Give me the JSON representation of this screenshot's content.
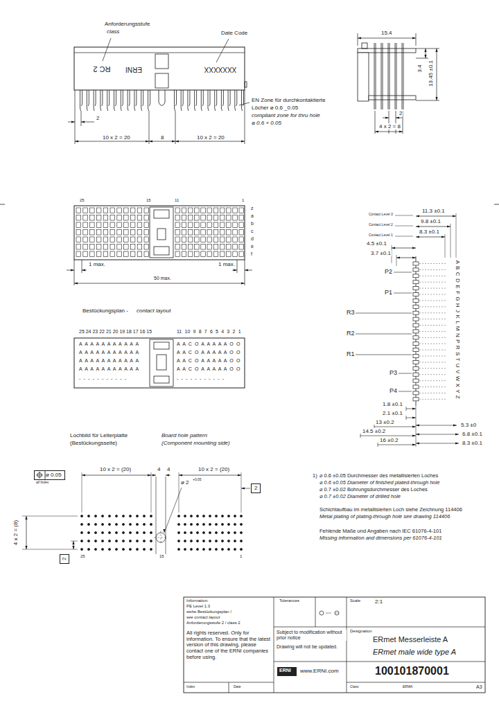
{
  "diagram": {
    "nodes": [
      {
        "text": [
          "⌀ 0.05"
        ]
      },
      {
        "text": [
          "2"
        ]
      },
      {
        "text": [
          "2"
        ]
      }
    ],
    "labels": [
      "Anforderungsstufe",
      "class",
      "Date Code",
      "RC 2",
      "ERNI",
      "XXXXXXX",
      "EN Zone für durchkontaktierte",
      "Löcher ⌀ 0.6 _0.05",
      "compliant zone for thru hole",
      "⌀ 0.6 + 0.05",
      "2",
      "10 x 2 = 20",
      "8",
      "10 x 2 = 20",
      "15.4",
      "3.4",
      "13.45 ±0.1",
      "2",
      "4 x 2 = 8",
      "25",
      "15",
      "11",
      "1",
      "z",
      "a",
      "b",
      "c",
      "d",
      "e",
      "f",
      "1 max.",
      "1 max.",
      "50 max.",
      "Bestückungsplan -",
      "contact layout",
      "25 24 23 22 21 20 19 18 17 16 15",
      "11 10 9 8 7 6 5 4 3 2 1",
      "A A A A A A A A A A A",
      "A A A A A A A A A A A",
      "A A A A A A A A A A A",
      "A A A A A A A A A A A",
      "- - - - - - - - - - -",
      "A A C O A A A A A O O",
      "A A C O A A A A A O O",
      "A A C O A A A A A O O",
      "A A C O A A A A A O O",
      "- - - - - - - - - - -",
      "Contact Level 3",
      "Contact Level 2",
      "Contact Level 1",
      "11.3 ±0.1",
      "9.8 ±0.1",
      "8.3 ±0.1",
      "4.5 ±0.1",
      "3.7 ±0.1",
      "P2",
      "P1",
      "R3",
      "R2",
      "R1",
      "P3",
      "P4",
      "1.8 ±0.1",
      "2.1 ±0.1",
      "13 ±0.2",
      "14.5 ±0.2",
      "16 ±0.2",
      "5.3 ±0",
      "6.8 ±0.1",
      "8.3 ±0.1",
      "A B C D E F G H J K L M N P R S T U V W X Y Z",
      "Lochbild für Leiterplatte",
      "(Bestückungsseite)",
      "Board hole pattern",
      "(Component mounting side)",
      "all holes",
      "10 x 2 = (20)",
      "4",
      "4",
      "10 x 2 = (20)",
      "⌀ 2",
      "+0.05",
      "4 x 2 = (8)",
      "25",
      "15",
      "1",
      "1)",
      "⌀ 0.6 ±0.05 Durchmesser des metallisierten Loches",
      "⌀ 0.6 ±0.05 Diameter of finished plated-through hole",
      "⌀ 0.7 ±0.02 Bohrungsdurchmesser des Loches",
      "⌀ 0.7 ±0.02 Diameter of drilled hole",
      "Schichtaufbau im metallisierten Loch siehe Zeichnung 114406",
      "Metal plating of plating-through hole see drawing 114406",
      "Fehlende Maße und Angaben nach IEC 61076-4-101",
      "Missing information and dimensions per 61076-4-101",
      "Information:",
      "PE Level 1.3",
      "siehe Bestückungsplan /",
      "see contact layout",
      "Anforderungsstufe 2 / class 2",
      "All rights reserved. Only for information. To ensure that the latest version of this drawing, please contact one of the ERNI companies before using.",
      "Index",
      "Date",
      "Tolerances",
      "Scale",
      "2:1",
      "Subject to modification without prior notice",
      "Drawing will not be updated.",
      "Designation",
      "ERmet Messerleiste A",
      "ERmet male wide type A",
      "www.ERNI.com",
      "100101870001",
      "A3",
      "Class",
      "ERMA",
      "ERNI"
    ]
  }
}
